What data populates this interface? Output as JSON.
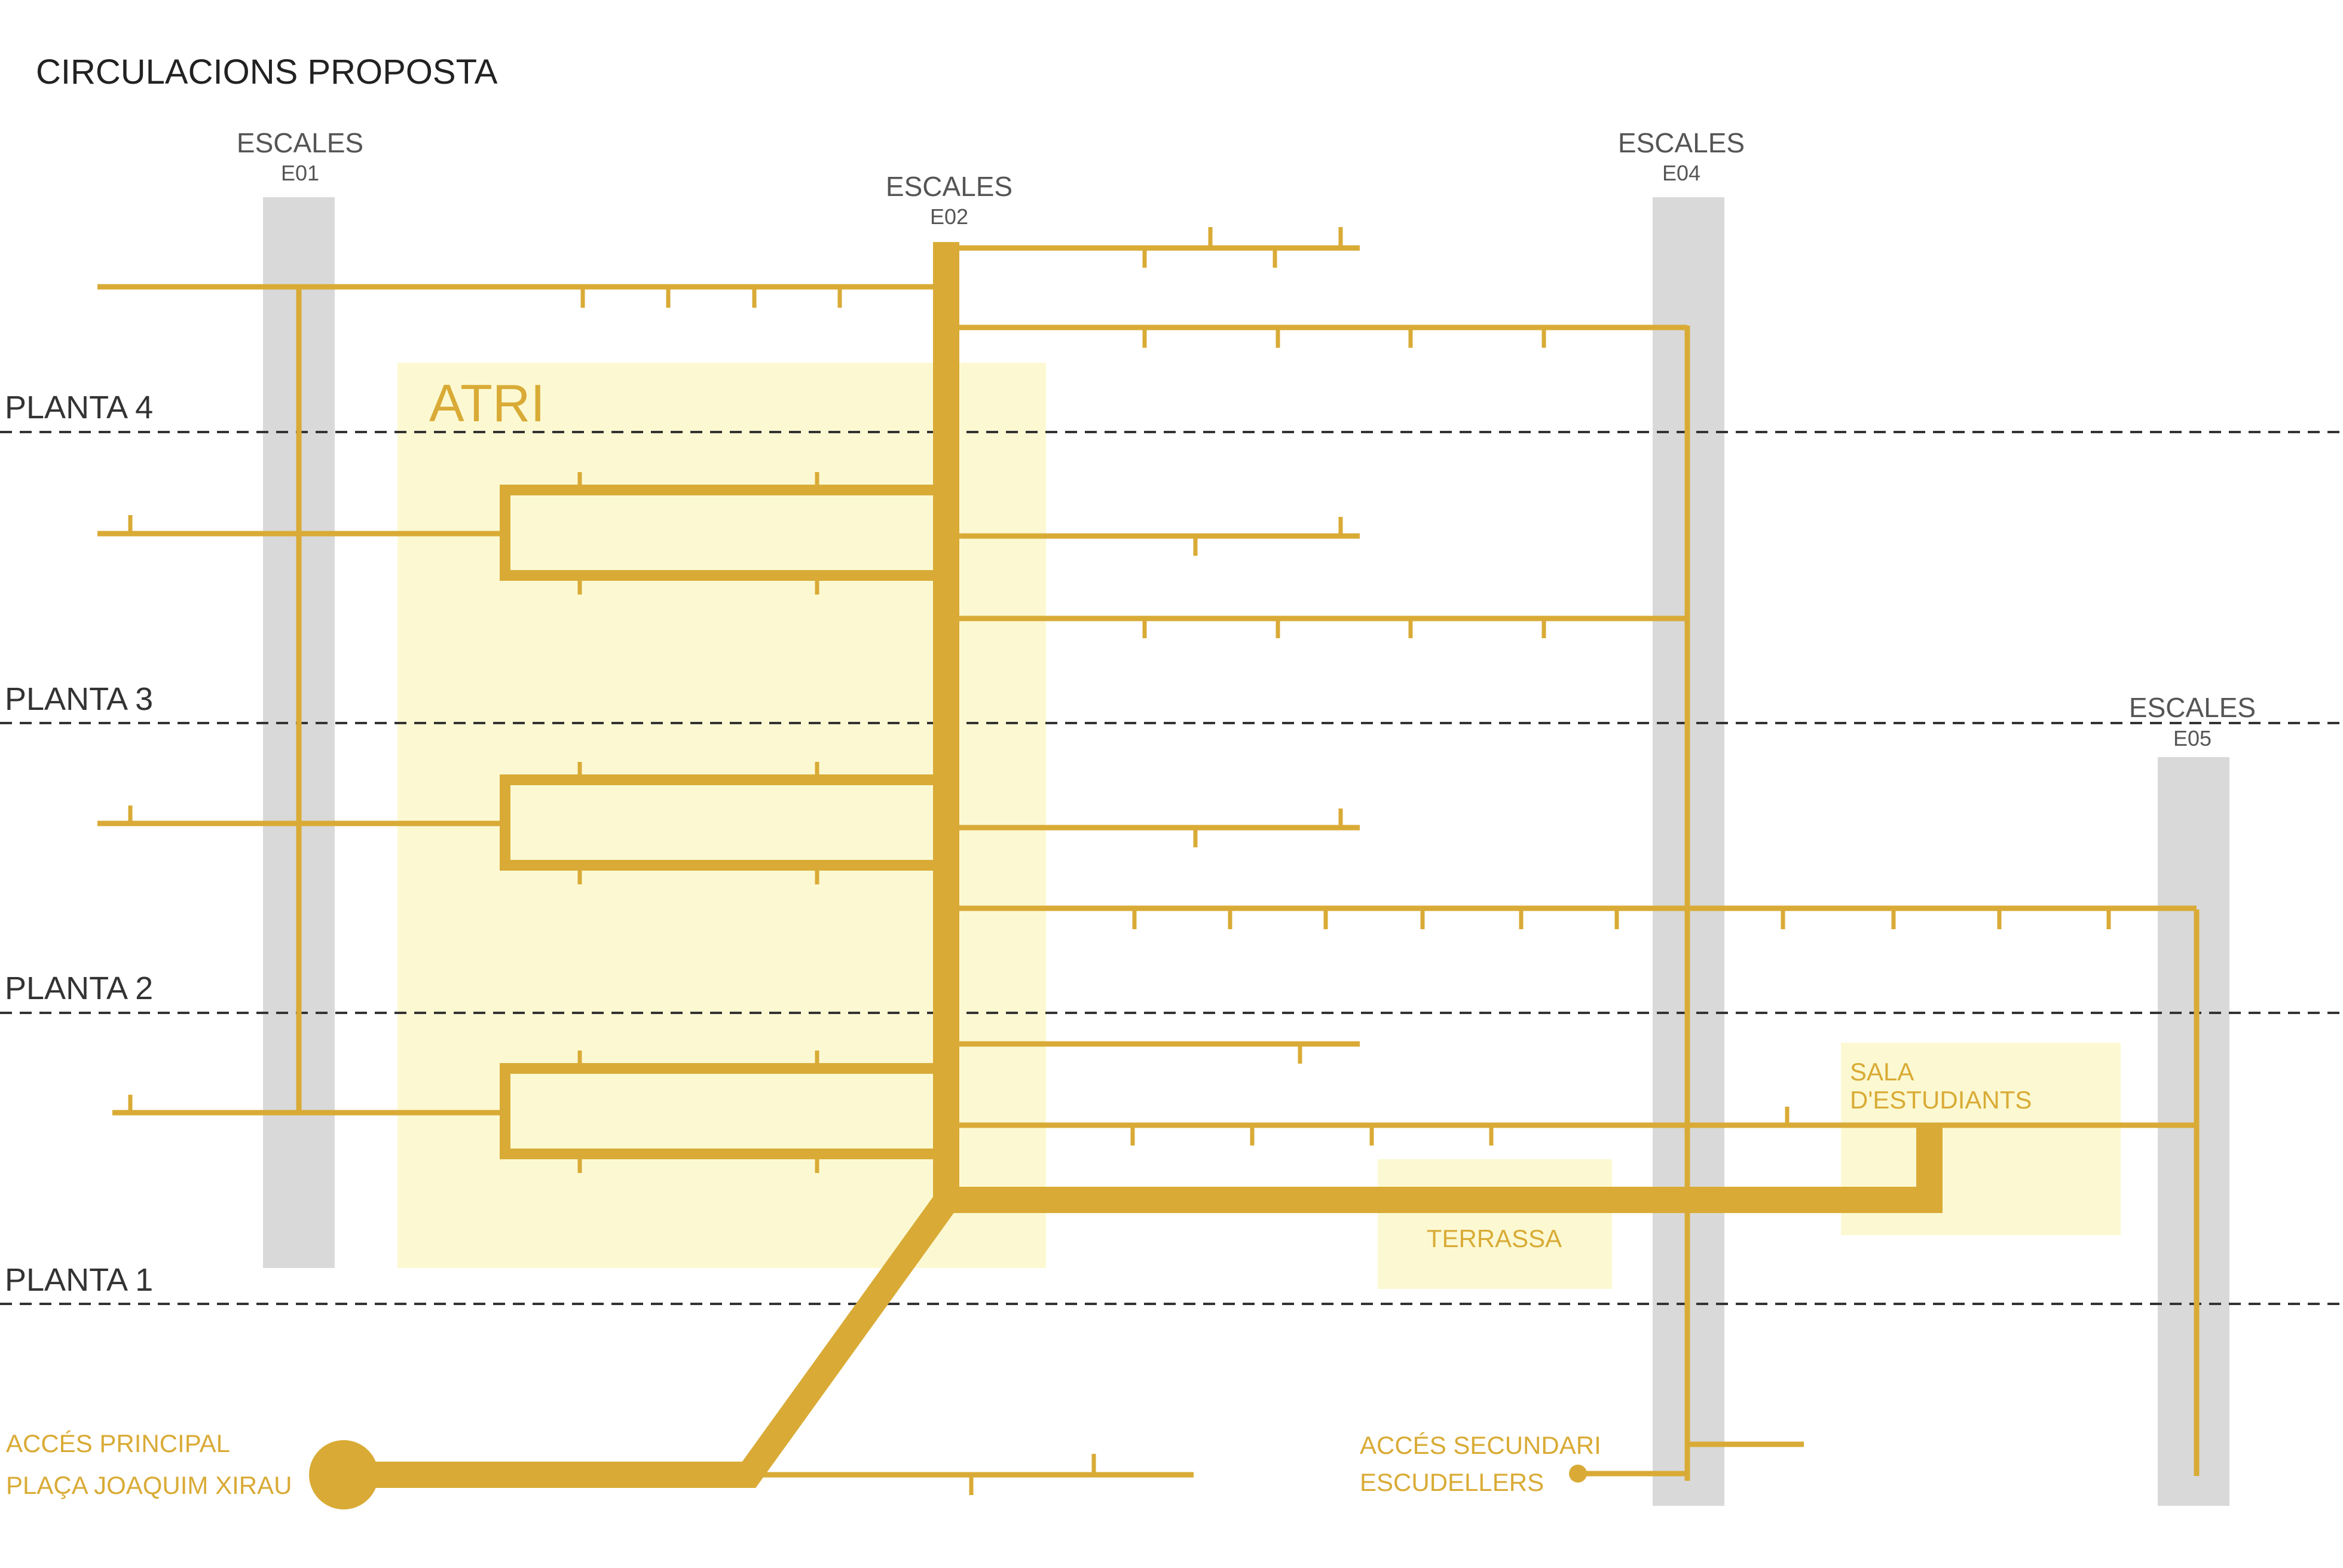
{
  "title": "CIRCULACIONS PROPOSTA",
  "floors": [
    "PLANTA 4",
    "PLANTA 3",
    "PLANTA 2",
    "PLANTA 1"
  ],
  "stairs": [
    {
      "label": "ESCALES",
      "id": "E01"
    },
    {
      "label": "ESCALES",
      "id": "E02"
    },
    {
      "label": "ESCALES",
      "id": "E04"
    },
    {
      "label": "ESCALES",
      "id": "E05"
    }
  ],
  "zones": {
    "atri": "ATRI",
    "terrassa": "TERRASSA",
    "sala_line1": "SALA",
    "sala_line2": "D'ESTUDIANTS"
  },
  "access": {
    "main_line1": "ACCÉS PRINCIPAL",
    "main_line2": "PLAÇA JOAQUIM XIRAU",
    "secondary_line1": "ACCÉS SECUNDARI",
    "secondary_line2": "ESCUDELLERS"
  },
  "colors": {
    "route": "#D9AB36",
    "stair_shaft": "#D9D9D9",
    "zone_fill": "#FCF9D2",
    "floor_line": "#333333"
  }
}
